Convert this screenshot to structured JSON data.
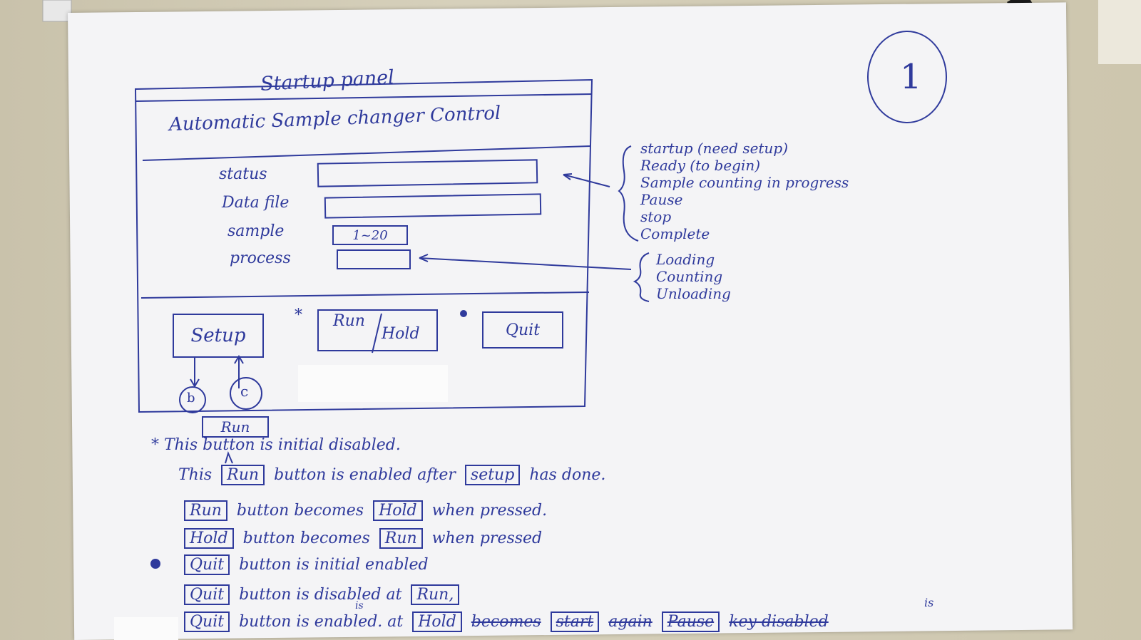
{
  "page_number": "1",
  "panel": {
    "heading": "Startup panel",
    "title": "Automatic Sample changer Control",
    "fields": [
      {
        "label": "status",
        "value": ""
      },
      {
        "label": "Data file",
        "value": ""
      },
      {
        "label": "sample",
        "value": "1~20"
      },
      {
        "label": "process",
        "value": ""
      }
    ],
    "buttons": {
      "setup": "Setup",
      "run": "Run",
      "hold": "Hold",
      "quit": "Quit"
    },
    "markers": {
      "b": "b",
      "c": "c",
      "star": "*",
      "dot": "●"
    }
  },
  "status_states": [
    "startup (need setup)",
    "Ready (to begin)",
    "Sample counting in progress",
    "Pause",
    "stop",
    "Complete"
  ],
  "process_states": [
    "Loading",
    "Counting",
    "Unloading"
  ],
  "notes": {
    "run_label": "Run",
    "line1": "This button is initial disabled.",
    "line2_pre": "This",
    "line2_btn": "Run",
    "line2_mid": "button is enabled after",
    "line2_btn2": "setup",
    "line2_post": "has done.",
    "line3_btn": "Run",
    "line3_mid": "button becomes",
    "line3_btn2": "Hold",
    "line3_post": "when pressed.",
    "line4_btn": "Hold",
    "line4_mid": "button becomes",
    "line4_btn2": "Run",
    "line4_post": "when pressed",
    "line5_btn": "Quit",
    "line5_post": "button is initial enabled",
    "line6_btn": "Quit",
    "line6_mid": "button is disabled at",
    "line6_btn2": "Run,",
    "line7_btn": "Quit",
    "line7_mid": "button is enabled. at",
    "line7_btn2": "Hold",
    "line7_strike1": "becomes",
    "line7_strike2": "start",
    "line7_strike3": "again",
    "line7_strike4": "Pause",
    "line7_strike5": "key disabled",
    "line7_is": "is"
  }
}
